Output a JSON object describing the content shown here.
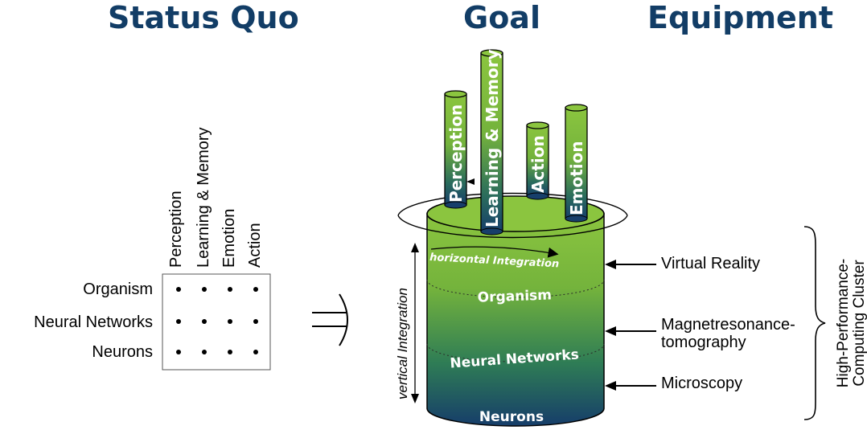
{
  "headings": {
    "status_quo": "Status Quo",
    "goal": "Goal",
    "equipment": "Equipment"
  },
  "status_quo": {
    "columns": [
      "Perception",
      "Learning & Memory",
      "Emotion",
      "Action"
    ],
    "rows": [
      "Organism",
      "Neural Networks",
      "Neurons"
    ]
  },
  "cylinder": {
    "levels": [
      "Organism",
      "Neural Networks",
      "Neurons"
    ],
    "horizontal_label": "horizontal Integration",
    "vertical_label": "vertical Integration",
    "pillars": [
      "Perception",
      "Learning & Memory",
      "Action",
      "Emotion"
    ]
  },
  "equipment": {
    "items": [
      "Virtual Reality",
      "Magnetresonance-",
      "tomography",
      "Microscopy"
    ],
    "cluster_line1": "High-Performance-",
    "cluster_line2": "Computing Cluster"
  },
  "colors": {
    "heading": "#123d66",
    "green": "#8bc53f",
    "dark_blue": "#173f6b"
  }
}
